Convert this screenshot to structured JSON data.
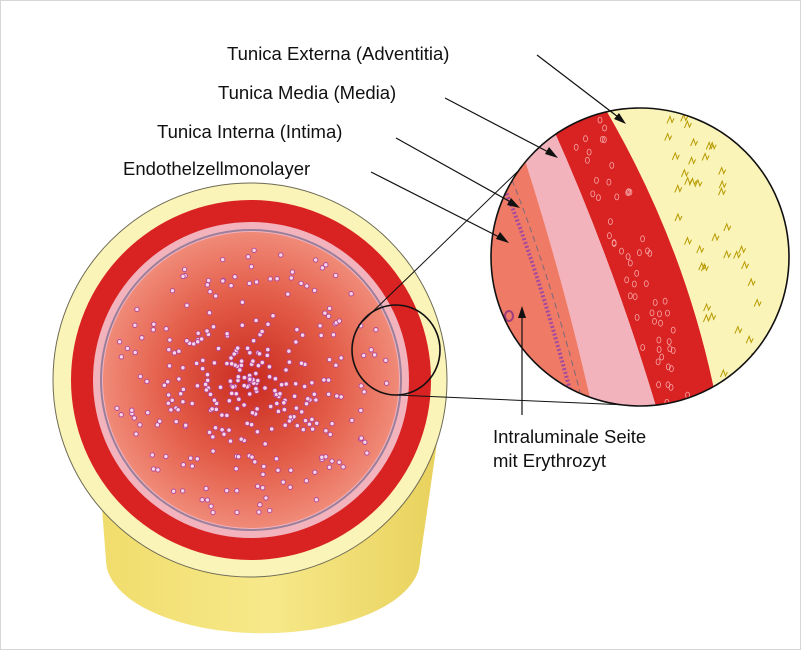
{
  "labels": {
    "externa": "Tunica Externa (Adventitia)",
    "media": "Tunica Media (Media)",
    "interna": "Tunica Interna (Intima)",
    "endothel": "Endothelzellmonolayer",
    "lumen_line1": "Intraluminale Seite",
    "lumen_line2": "mit Erythrozyt"
  },
  "colors": {
    "adventitia": "#fbf4b9",
    "adventitia_outer": "#f3e37a",
    "media": "#d92222",
    "intima": "#f2b3bd",
    "lumen": "#ea6d5c",
    "lumen_center": "#cf2e22",
    "erythrocyte": "#b2449a",
    "line": "#111111"
  }
}
